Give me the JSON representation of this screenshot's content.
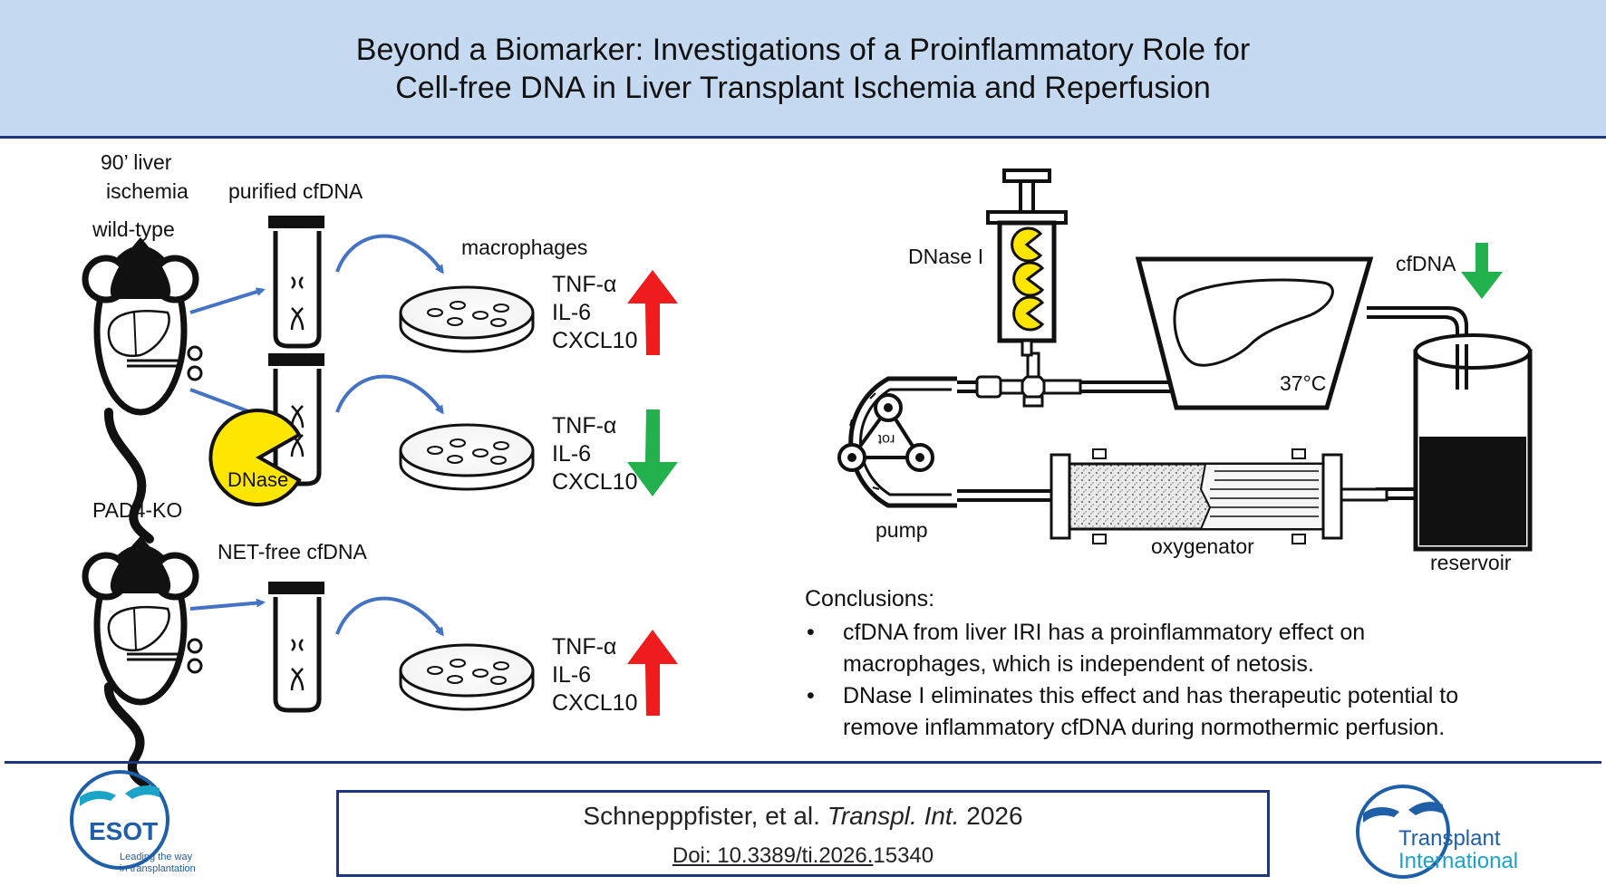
{
  "header": {
    "title_line1": "Beyond a Biomarker: Investigations of a Proinflammatory Role for",
    "title_line2": "Cell-free DNA in Liver Transplant Ischemia and Reperfusion"
  },
  "left_panel": {
    "ischemia_label_line1": "90’ liver",
    "ischemia_label_line2": "ischemia",
    "wildtype_label": "wild-type",
    "purified_label": "purified cfDNA",
    "macrophages_label": "macrophages",
    "dnase_label": "DNase",
    "pad4_label": "PAD4-KO",
    "netfree_label": "NET-free cfDNA",
    "rows": [
      {
        "cytokines": [
          "TNF-α",
          "IL-6",
          "CXCL10"
        ],
        "direction": "up",
        "color": "#ee1c1c"
      },
      {
        "cytokines": [
          "TNF-α",
          "IL-6",
          "CXCL10"
        ],
        "direction": "down",
        "color": "#22b14c"
      },
      {
        "cytokines": [
          "TNF-α",
          "IL-6",
          "CXCL10"
        ],
        "direction": "up",
        "color": "#ee1c1c"
      }
    ]
  },
  "right_panel": {
    "dnase_label": "DNase I",
    "cfdna_label": "cfDNA",
    "cfdna_direction": "down",
    "temperature": "37°C",
    "pump_label": "pump",
    "pump_rotor_text": "rot",
    "oxygenator_label": "oxygenator",
    "reservoir_label": "reservoir"
  },
  "conclusions": {
    "heading": "Conclusions:",
    "bullet_symbol": "•",
    "bullet1_line1": "cfDNA from liver IRI has a proinflammatory effect on",
    "bullet1_line2": "macrophages, which is independent of netosis.",
    "bullet2_line1": "DNase I eliminates this effect and has therapeutic potential to",
    "bullet2_line2": "remove inflammatory cfDNA during normothermic perfusion."
  },
  "citation": {
    "authors": "Schnepppfister, et al.",
    "journal": "Transpl. Int.",
    "year": "2026",
    "doi_prefix": "Doi: 10.3389/ti.2026.",
    "doi_suffix": "15340"
  },
  "logos": {
    "esot_name": "ESOT",
    "esot_tagline_line1": "Leading the way",
    "esot_tagline_line2": "in transplantation",
    "journal_line1": "Transplant",
    "journal_line2": "International"
  },
  "colors": {
    "banner": "#c5daf0",
    "rule": "#1f3680",
    "arrow_blue": "#4472c4",
    "up_red": "#ee1c1c",
    "down_green": "#22b14c",
    "enzyme_yellow": "#ffe600",
    "logo_blue": "#1f5fa8",
    "logo_teal": "#19a4c8"
  }
}
